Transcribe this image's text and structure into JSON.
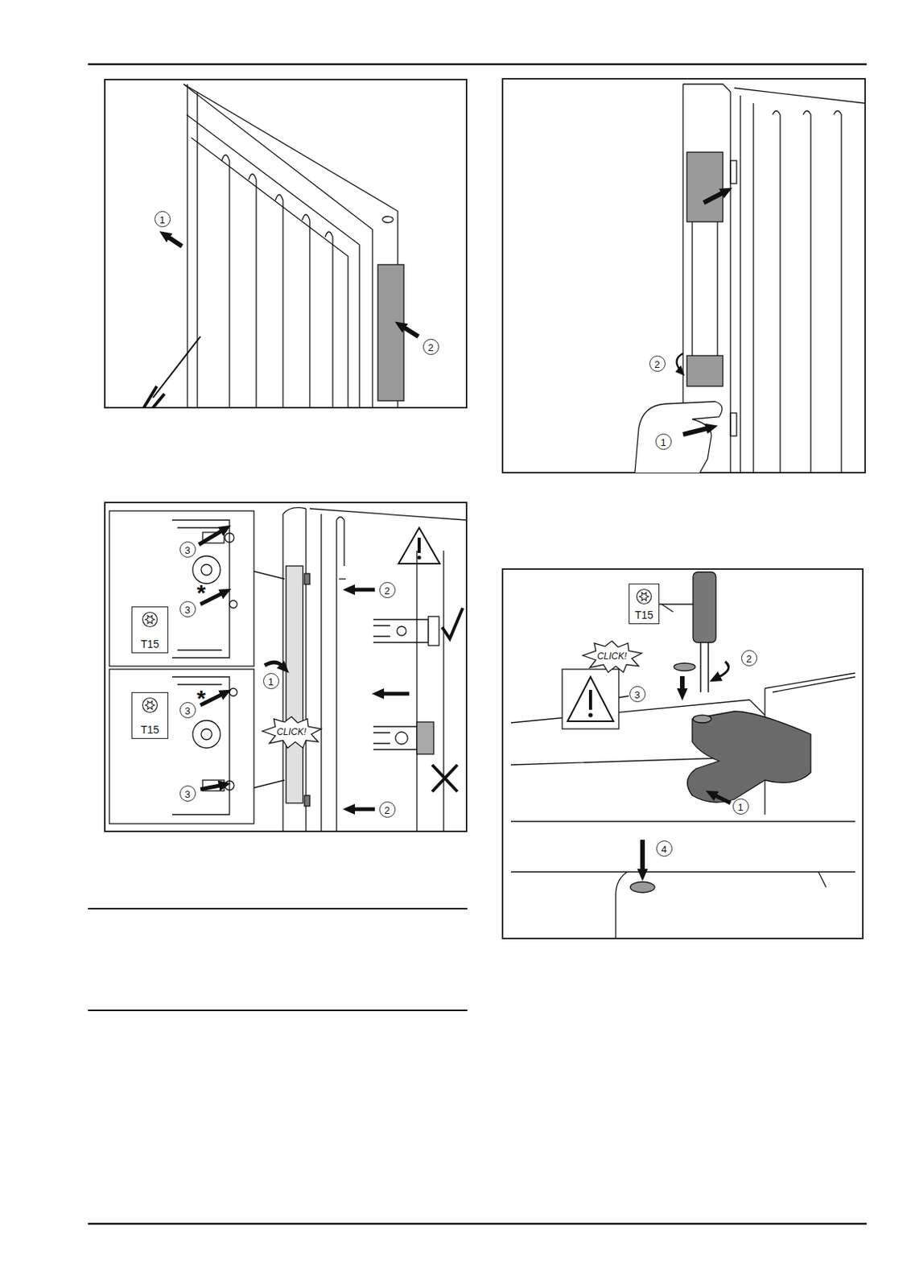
{
  "diagram": {
    "nodes": [
      {
        "text": [
          "T15"
        ]
      },
      {
        "text": [
          "T15"
        ]
      },
      {
        "text": [
          "T15"
        ]
      }
    ],
    "labels": [
      "1",
      "2",
      "3",
      "*",
      "3",
      "3",
      "*",
      "3",
      "1",
      "CLICK!",
      "2",
      "2",
      "2",
      "1",
      "CLICK!",
      "2",
      "3",
      "1",
      "4"
    ]
  }
}
